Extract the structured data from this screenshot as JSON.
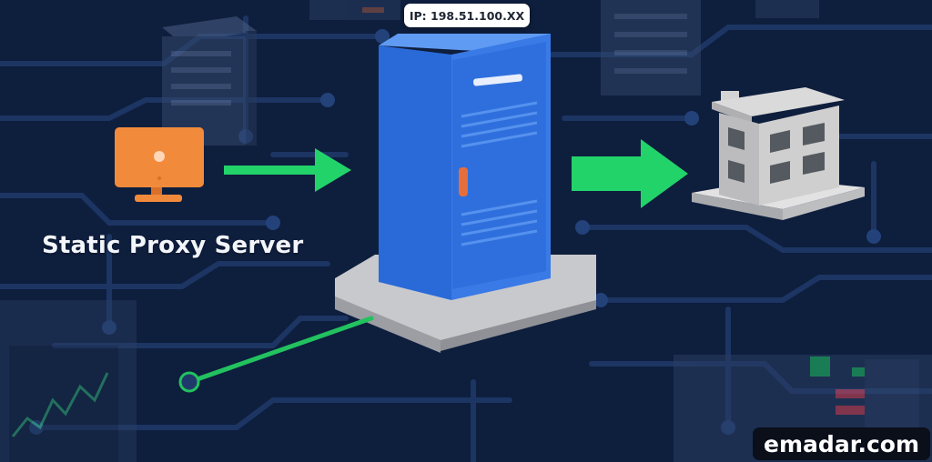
{
  "server": {
    "ip_label": "IP: 198.51.100.XX"
  },
  "caption": "Static Proxy Server",
  "watermark": "emadar.com",
  "icons": {
    "client": "monitor-icon",
    "proxy": "server-rack-icon",
    "target": "building-icon",
    "flow": "arrow-right-icon"
  },
  "colors": {
    "background": "#0e1e3d",
    "client": "#f28a3c",
    "proxy": "#2f6fdd",
    "arrow": "#22d36a",
    "building": "#c9c9c9"
  }
}
